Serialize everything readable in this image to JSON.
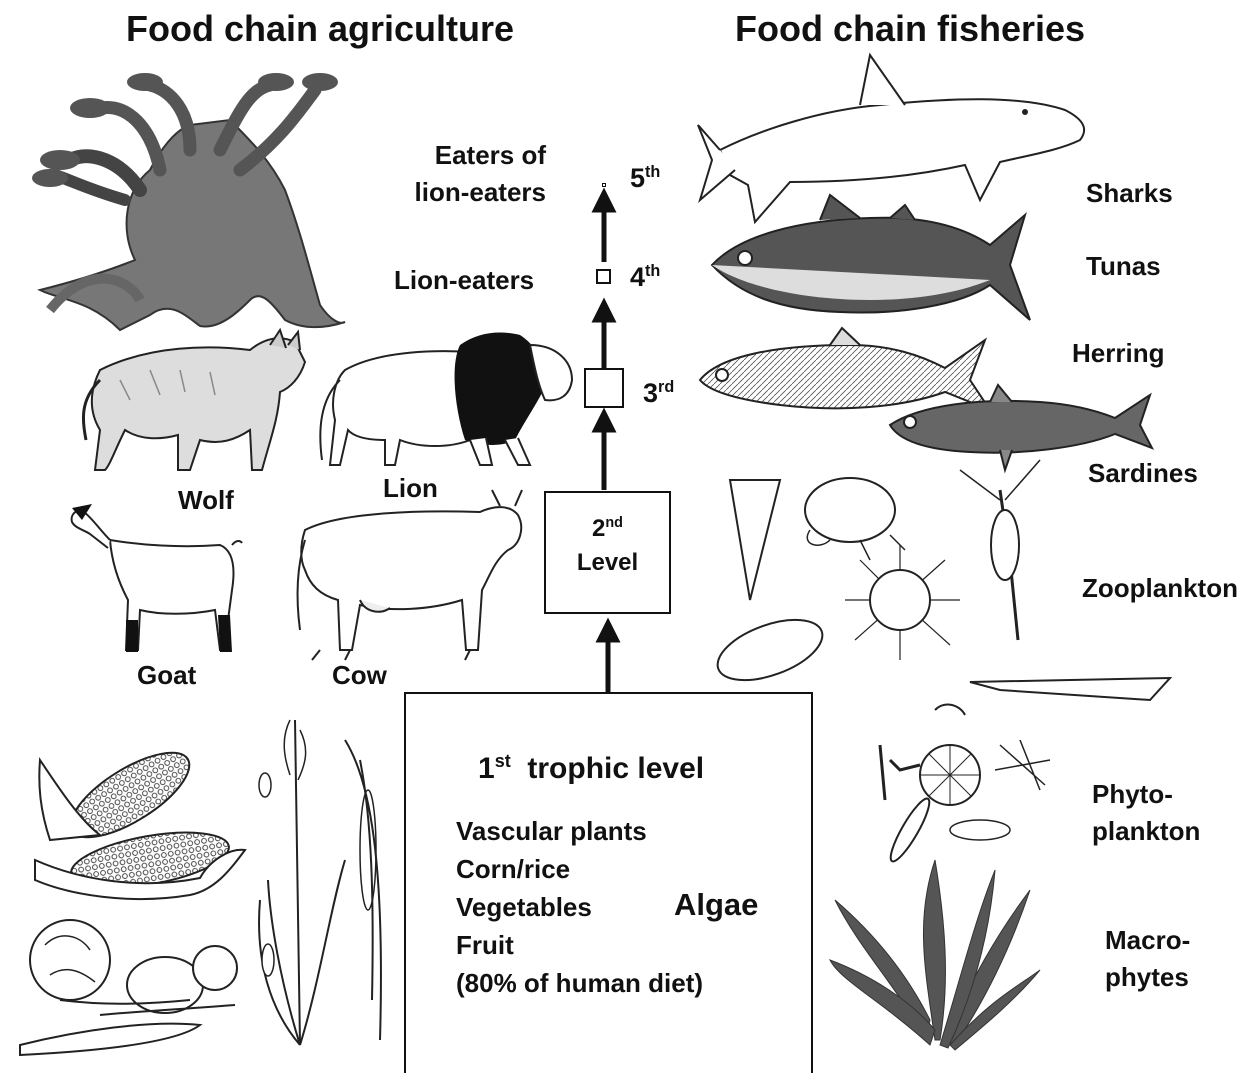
{
  "titles": {
    "left": "Food chain agriculture",
    "right": "Food chain fisheries"
  },
  "levels": {
    "fifth": {
      "label": "Eaters of lion-eaters",
      "line1": "Eaters of",
      "line2": "lion-eaters",
      "num": "5",
      "suffix": "th"
    },
    "fourth": {
      "label": "Lion-eaters",
      "num": "4",
      "suffix": "th"
    },
    "third": {
      "num": "3",
      "suffix": "rd"
    },
    "second": {
      "num": "2",
      "suffix": "nd",
      "word": "Level"
    },
    "first": {
      "num": "1",
      "suffix": "st",
      "title": "trophic level",
      "items": [
        "Vascular plants",
        "Corn/rice",
        "Vegetables",
        "Fruit",
        "(80% of human diet)"
      ],
      "algae": "Algae"
    }
  },
  "agriculture_labels": {
    "wolf": "Wolf",
    "lion": "Lion",
    "goat": "Goat",
    "cow": "Cow"
  },
  "fisheries_labels": {
    "sharks": "Sharks",
    "tunas": "Tunas",
    "herring": "Herring",
    "sardines": "Sardines",
    "zooplankton": "Zooplankton",
    "phyto1": "Phyto-",
    "phyto2": "plankton",
    "macro1": "Macro-",
    "macro2": "phytes"
  },
  "icons": [
    "hydra-icon",
    "wolf-icon",
    "lion-icon",
    "goat-icon",
    "cow-icon",
    "corn-icon",
    "vegetables-icon",
    "rice-plant-icon",
    "shark-icon",
    "tuna-icon",
    "herring-icon",
    "sardine-icon",
    "zooplankton-icon",
    "phytoplankton-icon",
    "seaweed-icon"
  ]
}
